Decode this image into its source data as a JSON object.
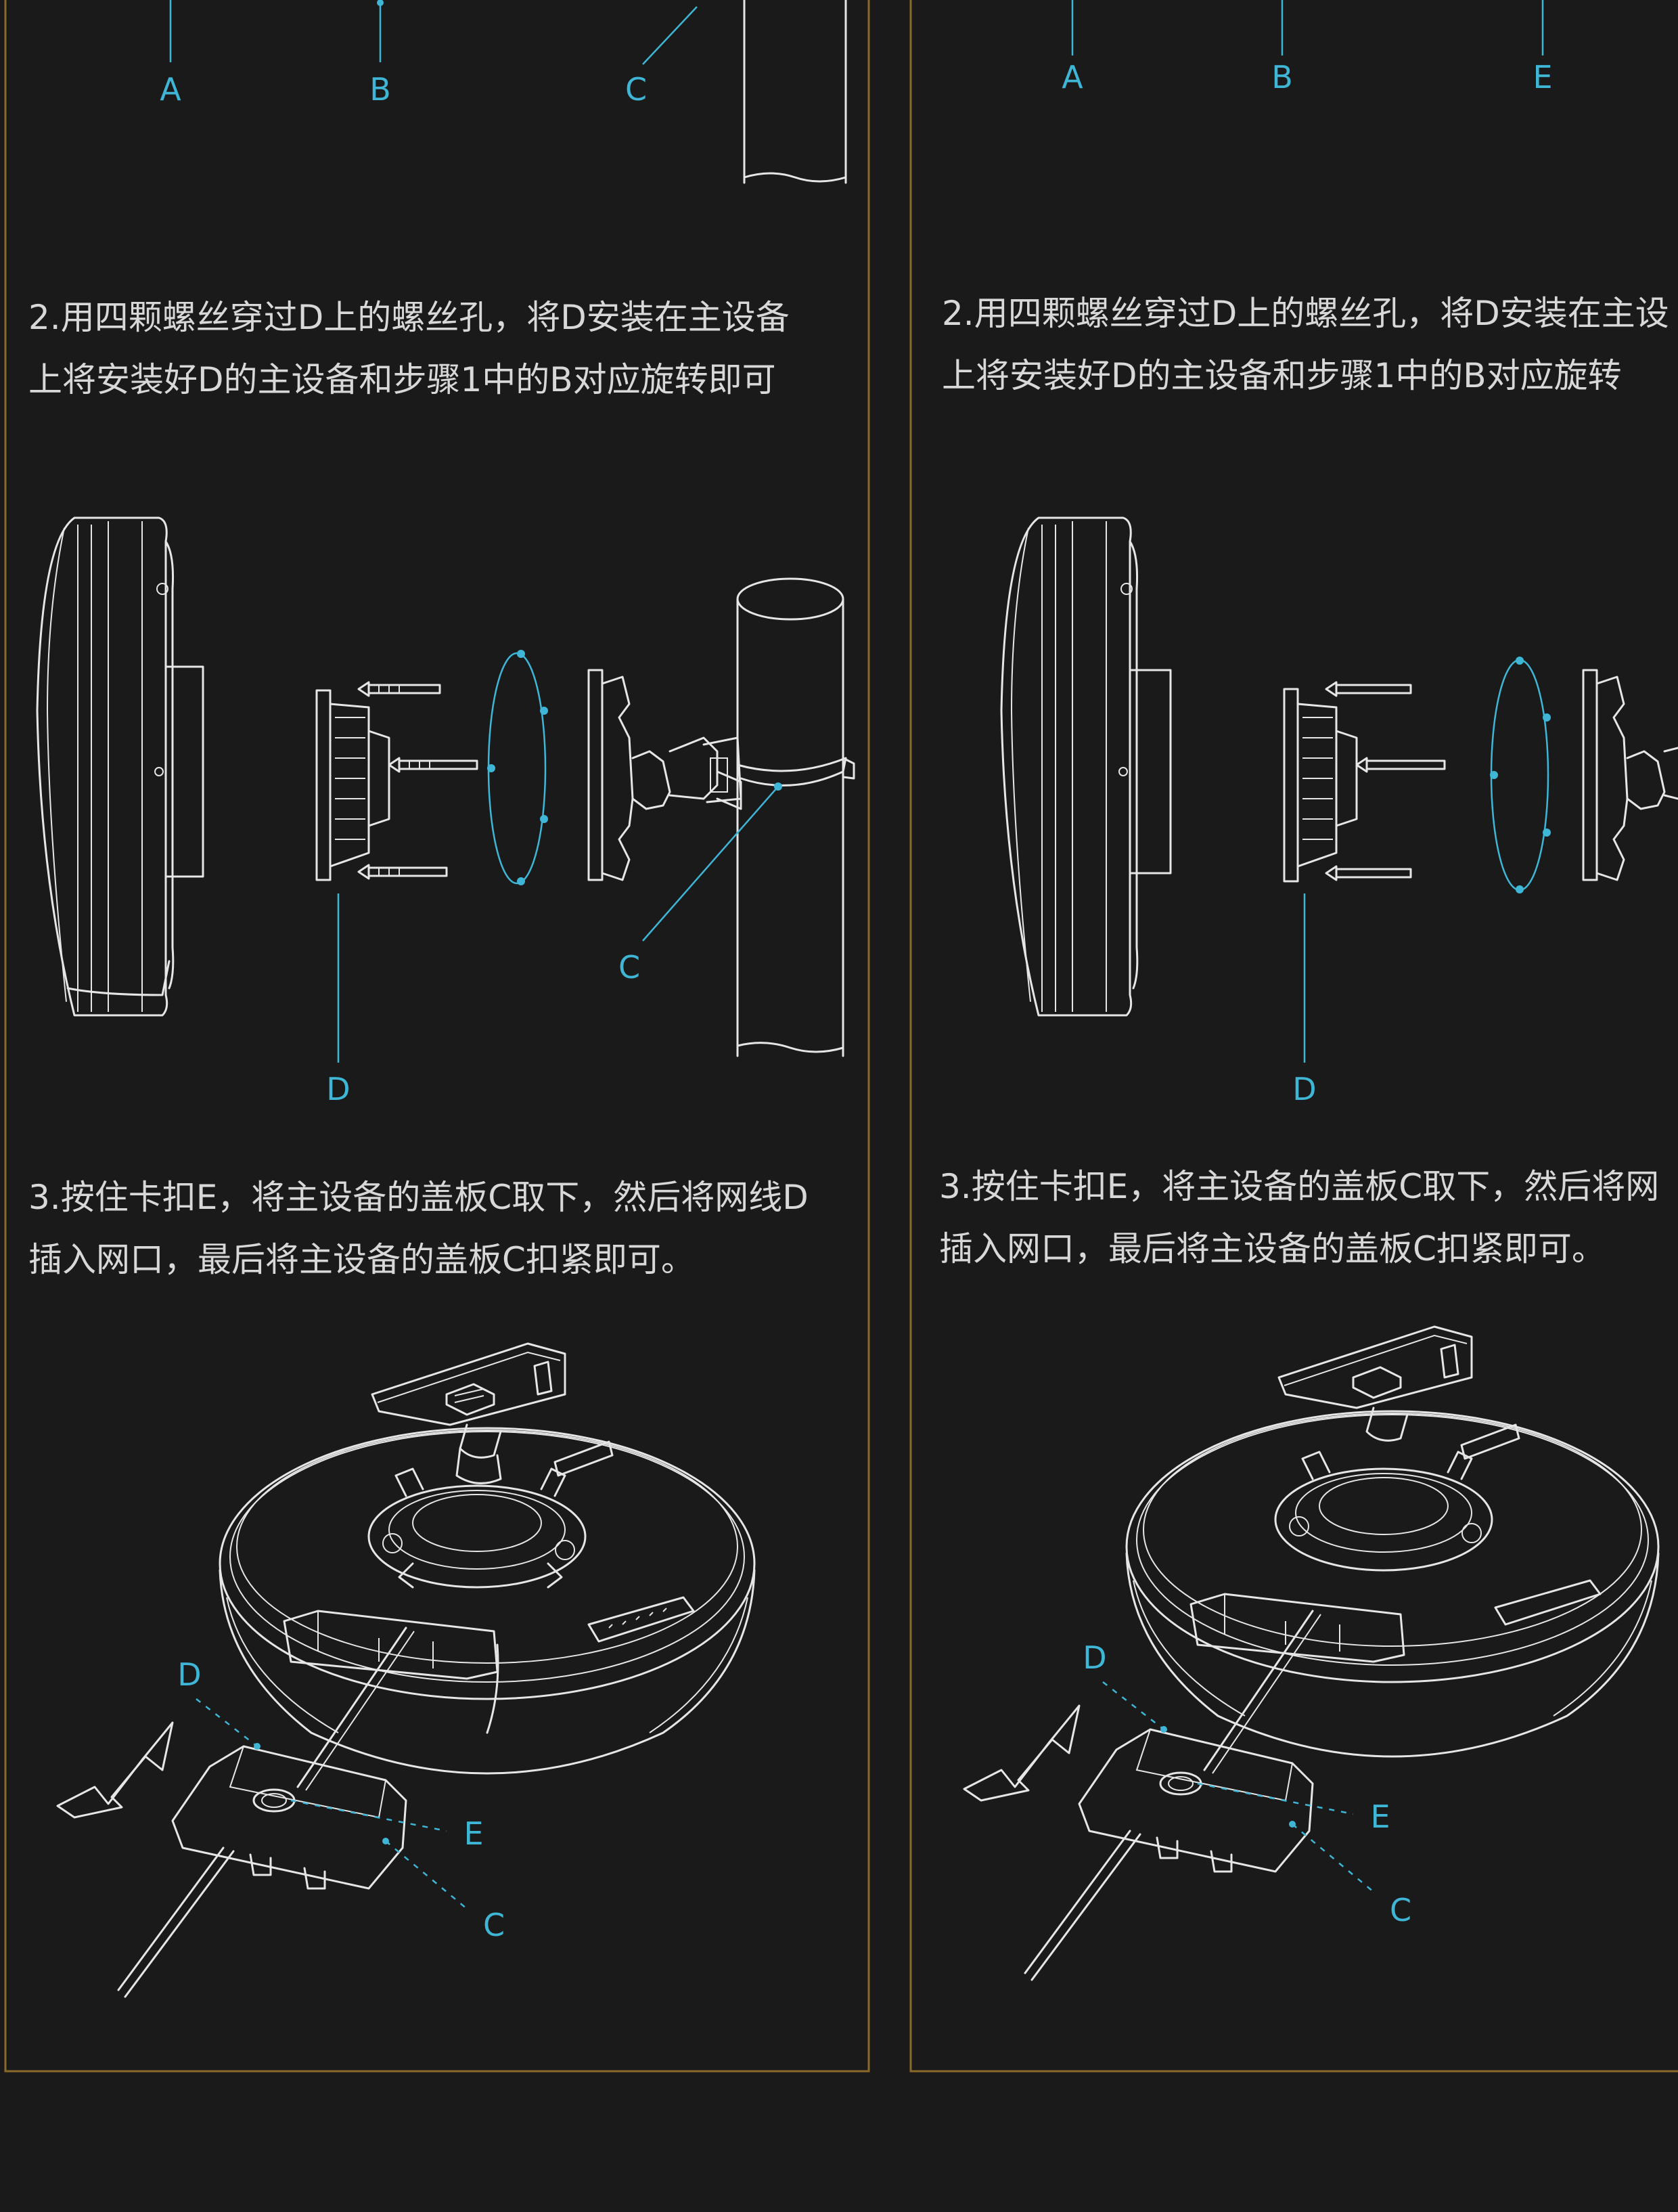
{
  "step2": {
    "line1": "2.用四颗螺丝穿过D上的螺丝孔，将D安装在主设备",
    "line2": "上将安装好D的主设备和步骤1中的B对应旋转即可"
  },
  "step2_right": {
    "line1": "2.用四颗螺丝穿过D上的螺丝孔，将D安装在主设",
    "line2": "上将安装好D的主设备和步骤1中的B对应旋转"
  },
  "step3": {
    "line1": "3.按住卡扣E，将主设备的盖板C取下，然后将网线D",
    "line2": "插入网口，最后将主设备的盖板C扣紧即可。"
  },
  "step3_right": {
    "line1": "3.按住卡扣E，将主设备的盖板C取下，然后将网",
    "line2": "插入网口，最后将主设备的盖板C扣紧即可。"
  },
  "labels": {
    "a": "A",
    "b": "B",
    "c": "C",
    "d": "D",
    "e": "E"
  },
  "colors": {
    "background": "#1a1a1a",
    "text": "#d8d8d8",
    "accent": "#3fb6d6",
    "frame": "#8a6a2a"
  }
}
